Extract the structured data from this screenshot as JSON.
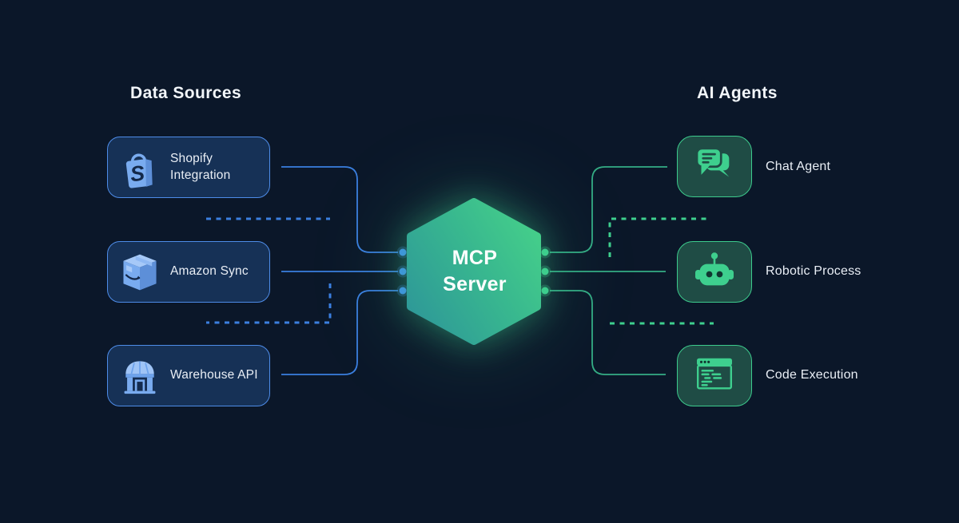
{
  "headings": {
    "left": "Data Sources",
    "right": "AI Agents"
  },
  "mcp_server": {
    "line1": "MCP",
    "line2": "Server"
  },
  "data_sources": [
    {
      "label": "Shopify Integration",
      "icon": "shopify-bag-icon"
    },
    {
      "label": "Amazon Sync",
      "icon": "amazon-box-icon"
    },
    {
      "label": "Warehouse API",
      "icon": "warehouse-building-icon"
    }
  ],
  "ai_agents": [
    {
      "label": "Chat Agent",
      "icon": "chat-bubbles-icon"
    },
    {
      "label": "Robotic Process",
      "icon": "robot-head-icon"
    },
    {
      "label": "Code Execution",
      "icon": "code-window-icon"
    }
  ],
  "colors": {
    "background": "#0b1729",
    "accent_blue": "#3b7fe0",
    "accent_green": "#3ecf8e",
    "hexagon_gradient_start": "#2e9898",
    "hexagon_gradient_end": "#45cf8a",
    "source_card_bg": "#163156",
    "source_card_border": "#4e8ce8",
    "agent_tile_bg": "#1f4c45",
    "agent_tile_border": "#3dcb8d",
    "heading_text": "#f2f6fa",
    "label_text": "#e9eef5"
  }
}
